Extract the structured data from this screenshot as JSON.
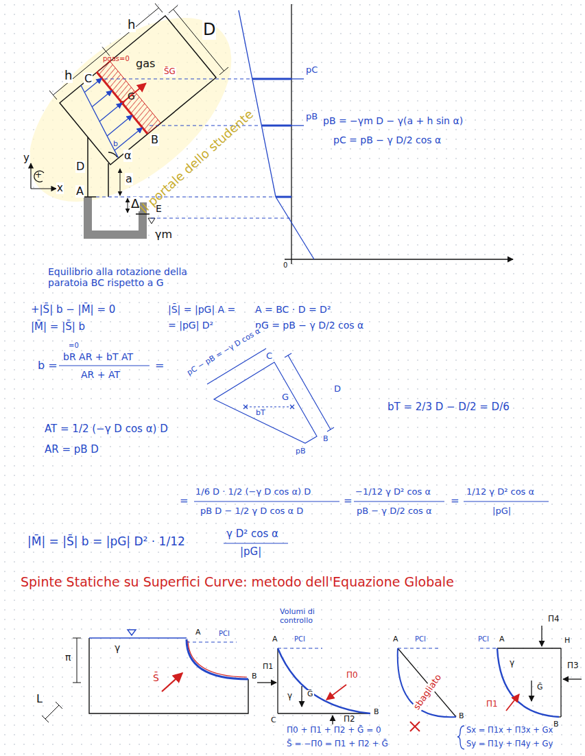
{
  "diagram": {
    "labels": [
      "h",
      "D",
      "pgas=0",
      "gas",
      "S̄G",
      "h",
      "C",
      "G",
      "B",
      "b",
      "D",
      "α",
      "a",
      "y",
      "+",
      "x",
      "A",
      "Δ",
      "E",
      "γm",
      "pC",
      "pB",
      "0",
      "pB = −γm D − γ(a + h sin α)",
      "pC = pB − γ D/2 cos α",
      "Equilibrio alla rotazione della paratoia BC rispetto a G",
      "+|S̄| b − |M̄| = 0",
      "|M̄| = |S̄| b",
      "|S̄| = |pG| A =",
      "= |pG| D²",
      "A = BC · D = D²",
      "pG = pB − γ D/2 cos α",
      "b =",
      "=0",
      "bR AR + bT AT",
      "AR + AT",
      "=",
      "pC − pB = −γ D cos α",
      "C",
      "D",
      "G",
      "bT",
      "B",
      "pB",
      "bT = 2/3 D − D/2 = D/6",
      "AT = 1/2 (−γ D cos α) D",
      "AR = pB D",
      "=",
      "1/6 D · 1/2 (−γ D cos α) D",
      "pB D − 1/2 γ D cos α D",
      "=",
      "−1/12 γ D² cos α",
      "pB − γ D/2 cos α",
      "=",
      "1/12 γ D² cos α",
      "|pG|",
      "|M̄| = |S̄| b = |pG| D² · 1/12",
      "γ D² cos α",
      "|pG|",
      "Spinte Statiche su Superfici Curve: metodo dell'Equazione Globale",
      "π",
      "γ",
      "A",
      "PCI",
      "S̄",
      "B",
      "L",
      "Volumi di controllo",
      "A",
      "PCI",
      "Π̄1",
      "γ",
      "Π̄0",
      "C",
      "Ḡ",
      "Π̄2",
      "B",
      "A",
      "PCI",
      "B",
      "sbagliato",
      "PCI",
      "A",
      "Π̄4",
      "H",
      "Π̄3",
      "γ",
      "Ḡ",
      "Π̄1",
      "B",
      "Π̄0 + Π̄1 + Π̄2 + Ḡ = 0",
      "S̄ = −Π̄0 = Π̄1 + Π̄2 + Ḡ",
      "Sx = Π̄1x + Π̄3x + Gx",
      "Sy = Π̄1y + Π̄4y + Gy",
      "Il portale dello studente"
    ]
  }
}
